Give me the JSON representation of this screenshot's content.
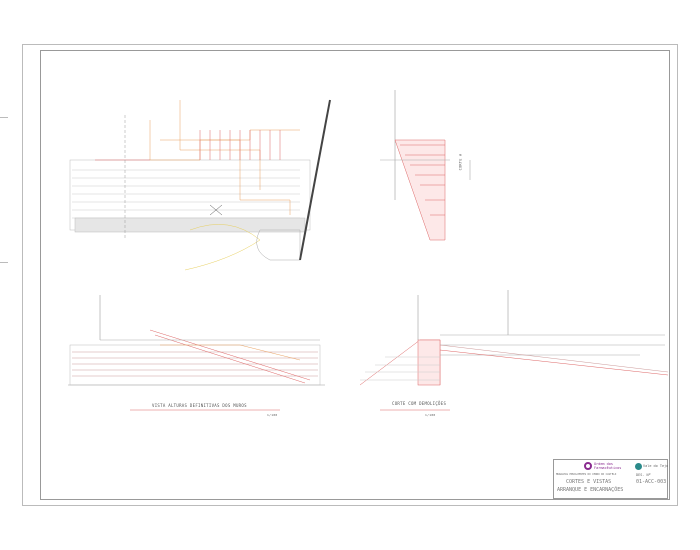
{
  "drawing": {
    "view_1_label": "VISTA ALTURAS DEFINITIVAS DOS MUROS",
    "view_2_label": "CORTE COM DEMOLIÇÕES",
    "section_label": "CORTE A",
    "scale_1": "1/100",
    "scale_2": "1/100"
  },
  "title_block": {
    "client": "Ordem dos Farmacêuticos",
    "brand": "Vale do Tejo",
    "project": "MURALHAS ENVOLVENTES DO CERRO DO CASTELO",
    "title_line1": "CORTES E VISTAS",
    "title_line2": "ARRANQUE E ENCARNAÇÕES",
    "sheet_label": "DES. Nº",
    "sheet_code": "01-ACC-003",
    "colors": {
      "accent": "#8a2b8f",
      "brand": "#2a8a8a"
    }
  }
}
